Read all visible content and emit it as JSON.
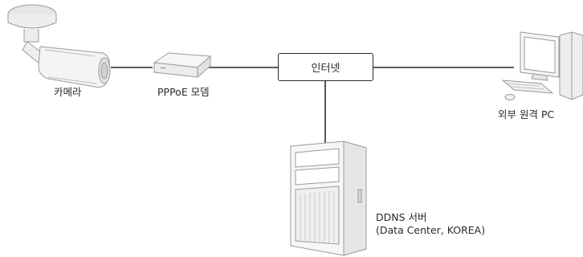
{
  "nodes": {
    "camera": {
      "label": "카메라"
    },
    "modem": {
      "label": "PPPoE 모뎀"
    },
    "internet": {
      "label": "인터넷"
    },
    "remote_pc": {
      "label": "외부 원격 PC"
    },
    "ddns_server": {
      "label_line1": "DDNS 서버",
      "label_line2": "(Data Center, KOREA)"
    }
  },
  "colors": {
    "line": "#2a2a2a",
    "device_outline": "#9a9a9a",
    "device_fill": "#f2f2f2"
  }
}
